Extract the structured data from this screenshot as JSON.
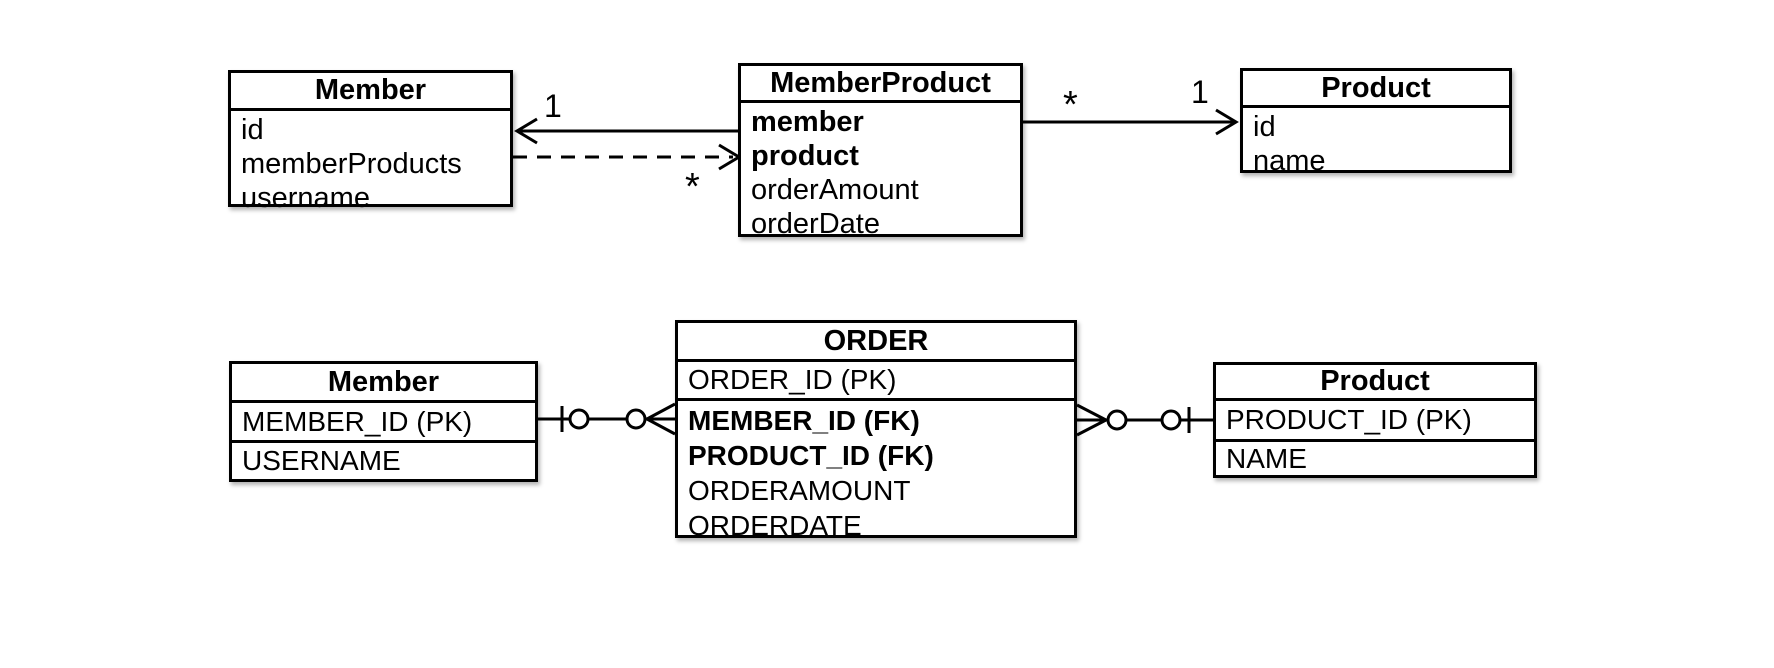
{
  "diagram": {
    "uml": {
      "member": {
        "title": "Member",
        "attrs": [
          "id",
          "memberProducts",
          "username"
        ]
      },
      "memberProduct": {
        "title": "MemberProduct",
        "attrs": [
          "member",
          "product",
          "orderAmount",
          "orderDate"
        ]
      },
      "product": {
        "title": "Product",
        "attrs": [
          "id",
          "name"
        ]
      },
      "multiplicities": {
        "member_end_one": "1",
        "member_product_end_many": "*",
        "product_side_many": "*",
        "product_end_one": "1"
      }
    },
    "er": {
      "member": {
        "title": "Member",
        "rows": [
          "MEMBER_ID (PK)",
          "USERNAME"
        ]
      },
      "order": {
        "title": "ORDER",
        "pk_row": "ORDER_ID (PK)",
        "rows": [
          "MEMBER_ID (FK)",
          "PRODUCT_ID (FK)",
          "ORDERAMOUNT",
          "ORDERDATE"
        ]
      },
      "product": {
        "title": "Product",
        "rows": [
          "PRODUCT_ID (PK)",
          "NAME"
        ]
      }
    },
    "colors": {
      "ink": "#000000",
      "background": "#ffffff"
    }
  }
}
